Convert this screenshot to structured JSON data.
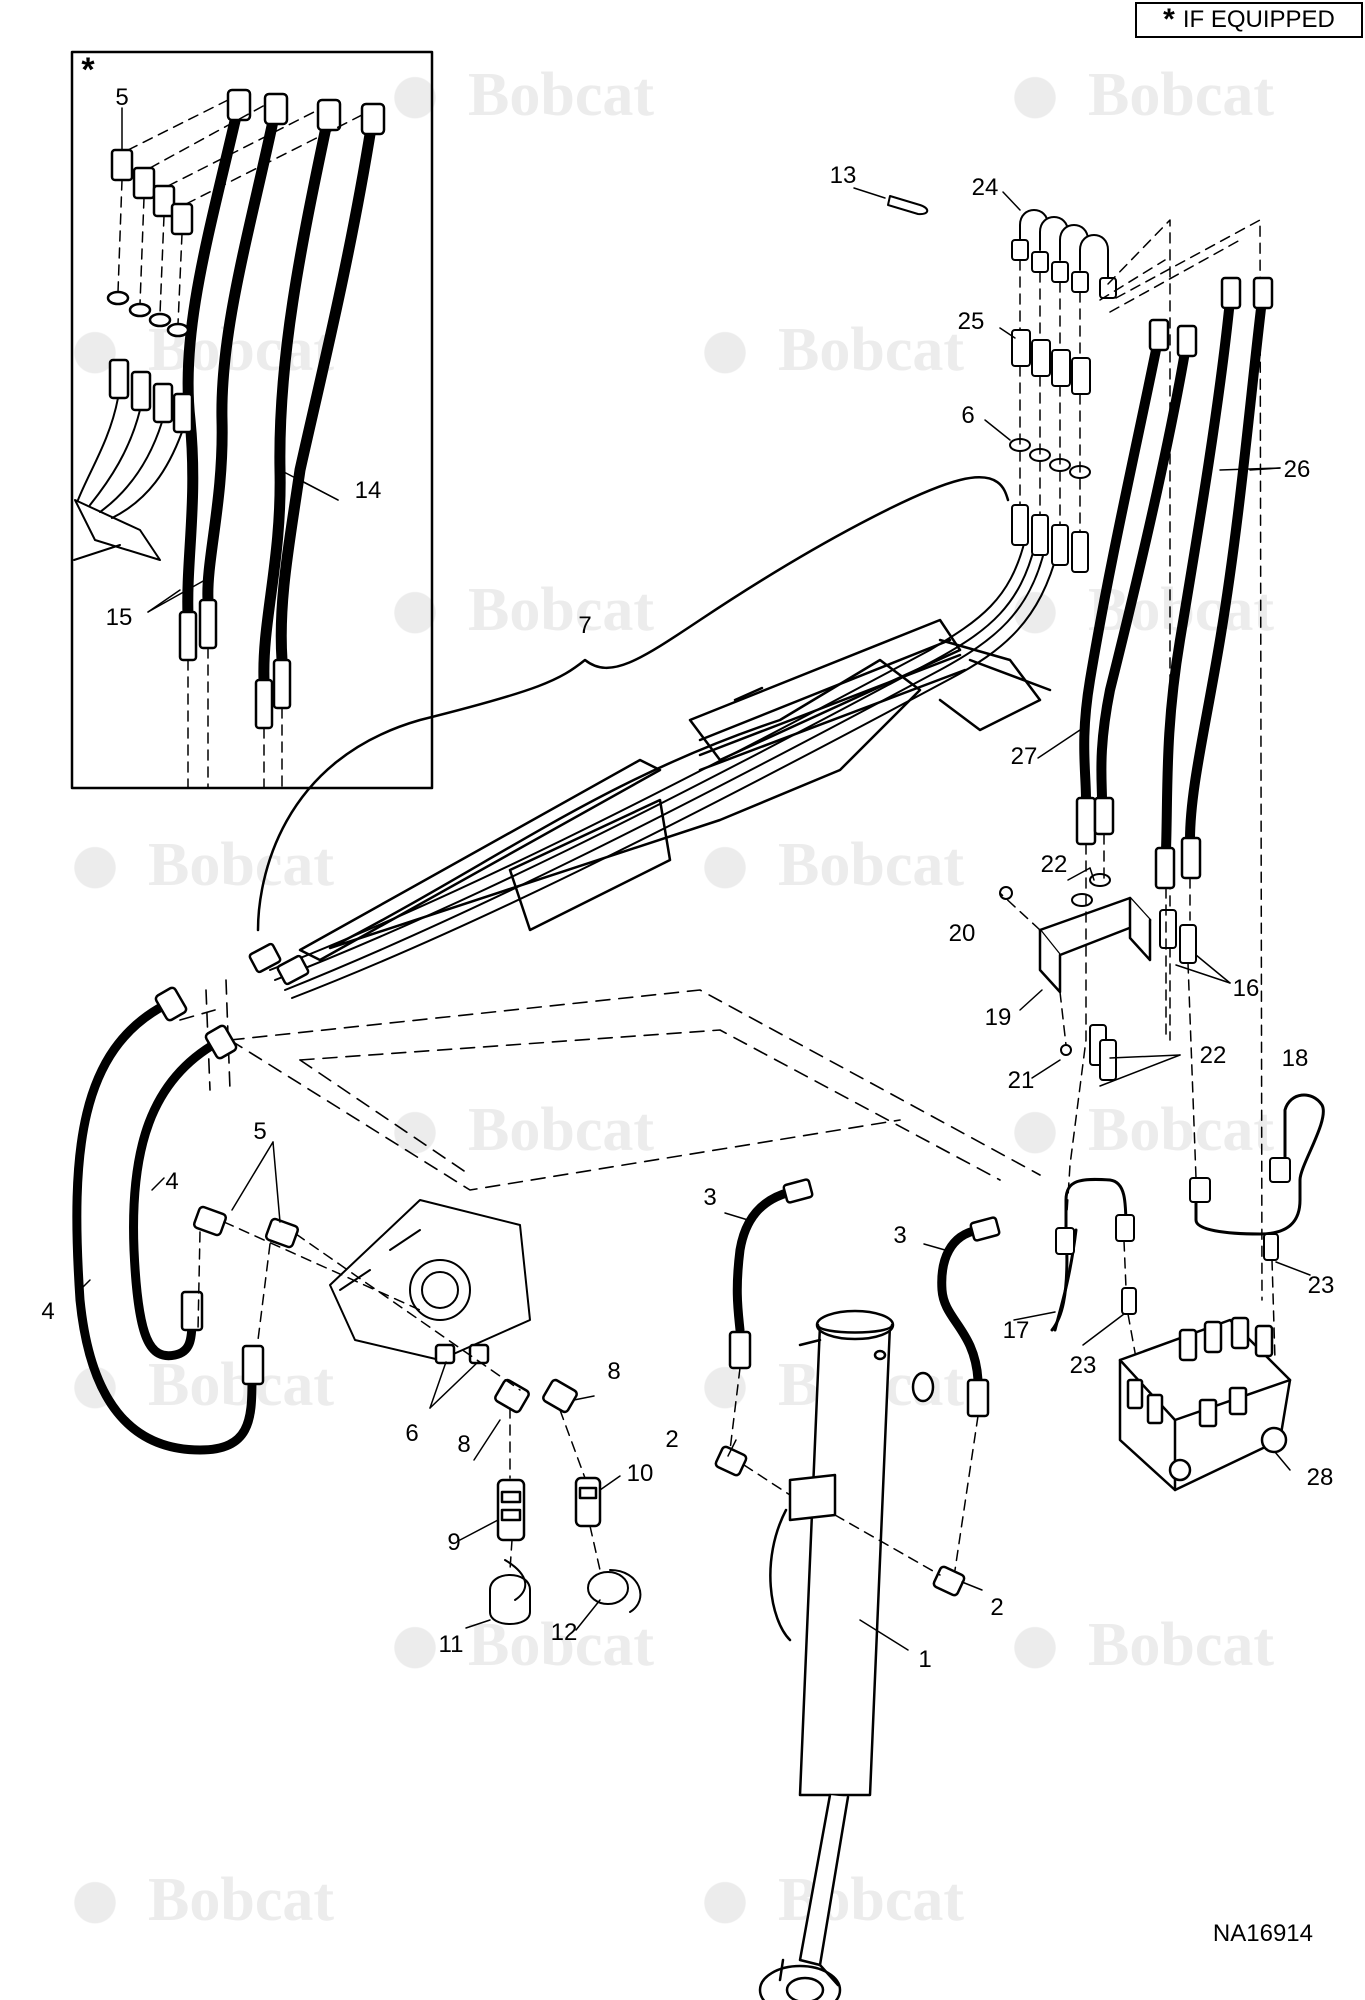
{
  "header": {
    "star": "*",
    "if_equipped_label": "IF EQUIPPED"
  },
  "inset": {
    "star": "*"
  },
  "watermark": {
    "brand": "Bobcat"
  },
  "drawing_number": "NA16914",
  "callouts": {
    "c1": "1",
    "c2a": "2",
    "c2b": "2",
    "c3a": "3",
    "c3b": "3",
    "c4a": "4",
    "c4b": "4",
    "c5_inset": "5",
    "c5_main": "5",
    "c6a": "6",
    "c6b": "6",
    "c7": "7",
    "c8a": "8",
    "c8b": "8",
    "c9": "9",
    "c10": "10",
    "c11": "11",
    "c12": "12",
    "c13": "13",
    "c14": "14",
    "c15": "15",
    "c16": "16",
    "c17": "17",
    "c18": "18",
    "c19": "19",
    "c20": "20",
    "c21": "21",
    "c22a": "22",
    "c22b": "22",
    "c23a": "23",
    "c23b": "23",
    "c24": "24",
    "c25": "25",
    "c26": "26",
    "c27": "27",
    "c28": "28"
  },
  "colors": {
    "line": "#000000",
    "watermark": "#ececec",
    "background": "#ffffff"
  }
}
